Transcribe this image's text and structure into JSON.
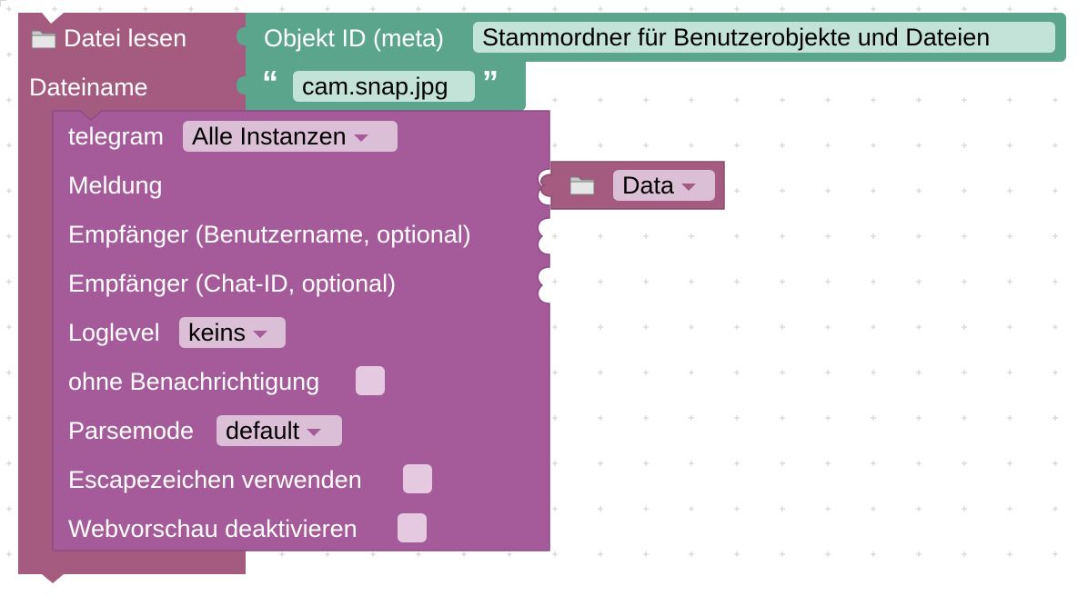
{
  "colors": {
    "read_block": "#a55b80",
    "value_block": "#5ba58c",
    "telegram_block": "#a55b99",
    "telegram_field": "#dbbfd6",
    "value_field": "#c4e3d8"
  },
  "file_read": {
    "title": "Datei lesen",
    "filename_label": "Dateiname",
    "object_id_label": "Objekt ID (meta)",
    "object_id_value": "Stammordner für Benutzerobjekte und Dateien",
    "filename_open_quote": "“",
    "filename_value": "cam.snap.jpg",
    "filename_close_quote": "”"
  },
  "telegram": {
    "label": "telegram",
    "instance_value": "Alle Instanzen",
    "message_label": "Meldung",
    "recipient_user_label": "Empfänger (Benutzername, optional)",
    "recipient_chat_label": "Empfänger (Chat-ID, optional)",
    "loglevel_label": "Loglevel",
    "loglevel_value": "keins",
    "silent_label": "ohne Benachrichtigung",
    "parsemode_label": "Parsemode",
    "parsemode_value": "default",
    "escape_label": "Escapezeichen verwenden",
    "webpreview_label": "Webvorschau deaktivieren"
  },
  "data_block": {
    "value": "Data",
    "icon": "folder-icon"
  }
}
